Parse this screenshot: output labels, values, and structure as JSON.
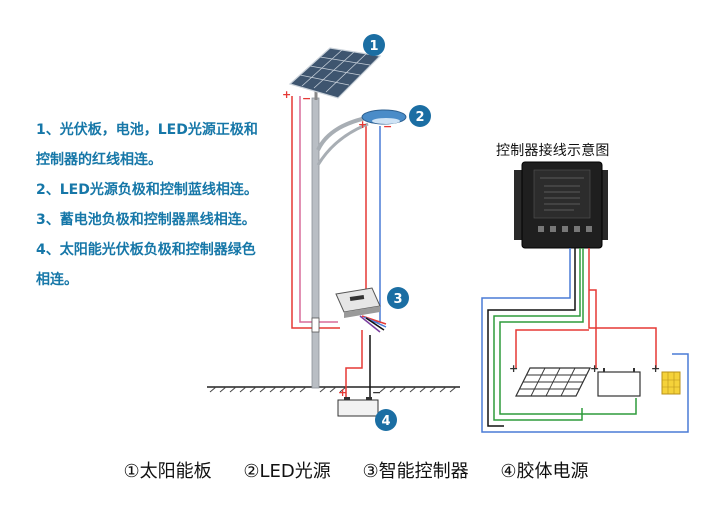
{
  "instructions": {
    "steps": [
      "1、光伏板，电池，LED光源正极和控制器的红线相连。",
      "2、LED光源负极和控制蓝线相连。",
      "3、蓄电池负极和控制器黑线相连。",
      "4、太阳能光伏板负极和控制器绿色相连。"
    ]
  },
  "wiring_diagram": {
    "title": "控制器接线示意图"
  },
  "badges": {
    "b1": "1",
    "b2": "2",
    "b3": "3",
    "b4": "4"
  },
  "polarity": {
    "plus": "+",
    "minus": "−"
  },
  "legend": {
    "items": [
      "①太阳能板",
      "②LED光源",
      "③智能控制器",
      "④胶体电源"
    ]
  },
  "colors": {
    "badge": "#1b6ea3",
    "text_blue": "#1677a8",
    "wire_red": "#e53935",
    "wire_blue": "#4a7bd6",
    "wire_green": "#2e9b3b",
    "wire_black": "#111111"
  }
}
